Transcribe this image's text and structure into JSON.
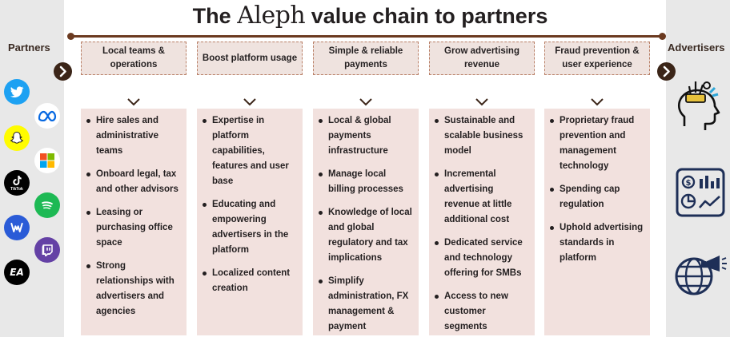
{
  "title": {
    "prefix": "The",
    "brand": "Aleph",
    "suffix": "value chain to partners"
  },
  "side_labels": {
    "left": "Partners",
    "right": "Advertisers"
  },
  "partner_logos": [
    {
      "name": "twitter",
      "color": "#1da1f2"
    },
    {
      "name": "meta",
      "color": "#0668e1"
    },
    {
      "name": "snapchat",
      "color": "#fffc00"
    },
    {
      "name": "microsoft",
      "colors": [
        "#f25022",
        "#7fba00",
        "#00a4ef",
        "#ffb900"
      ]
    },
    {
      "name": "tiktok",
      "label": "TikTok",
      "color": "#010101"
    },
    {
      "name": "spotify",
      "color": "#1db954"
    },
    {
      "name": "warner",
      "color": "#2a5bd7"
    },
    {
      "name": "twitch",
      "color": "#6441a5"
    },
    {
      "name": "ea",
      "label": "EA",
      "color": "#000000"
    }
  ],
  "advertiser_icons": [
    "head-ideas-icon",
    "analytics-dashboard-icon",
    "globe-megaphone-icon"
  ],
  "colors": {
    "accent": "#6b3a20",
    "header_bg": "#efe3df",
    "body_bg": "#f2e1de",
    "side_bg": "#e8e8e8"
  },
  "columns": [
    {
      "header": "Local teams & operations",
      "items": [
        "Hire sales and administrative teams",
        "Onboard legal, tax and other advisors",
        "Leasing or purchasing office space",
        "Strong relationships with advertisers and agencies"
      ]
    },
    {
      "header": "Boost platform usage",
      "items": [
        "Expertise in platform capabilities, features and user base",
        "Educating and empowering advertisers in the platform",
        "Localized content creation"
      ]
    },
    {
      "header": "Simple & reliable payments",
      "items": [
        "Local & global payments infrastructure",
        "Manage local billing processes",
        "Knowledge of local and global regulatory and tax implications",
        "Simplify administration, FX management & payment processes"
      ]
    },
    {
      "header": "Grow advertising revenue",
      "items": [
        "Sustainable and scalable business model",
        "Incremental advertising revenue at little additional cost",
        "Dedicated service and technology offering for SMBs",
        "Access to new customer segments"
      ]
    },
    {
      "header": "Fraud prevention & user experience",
      "items": [
        "Proprietary fraud prevention and management technology",
        "Spending cap regulation",
        "Uphold advertising standards in platform"
      ]
    }
  ]
}
